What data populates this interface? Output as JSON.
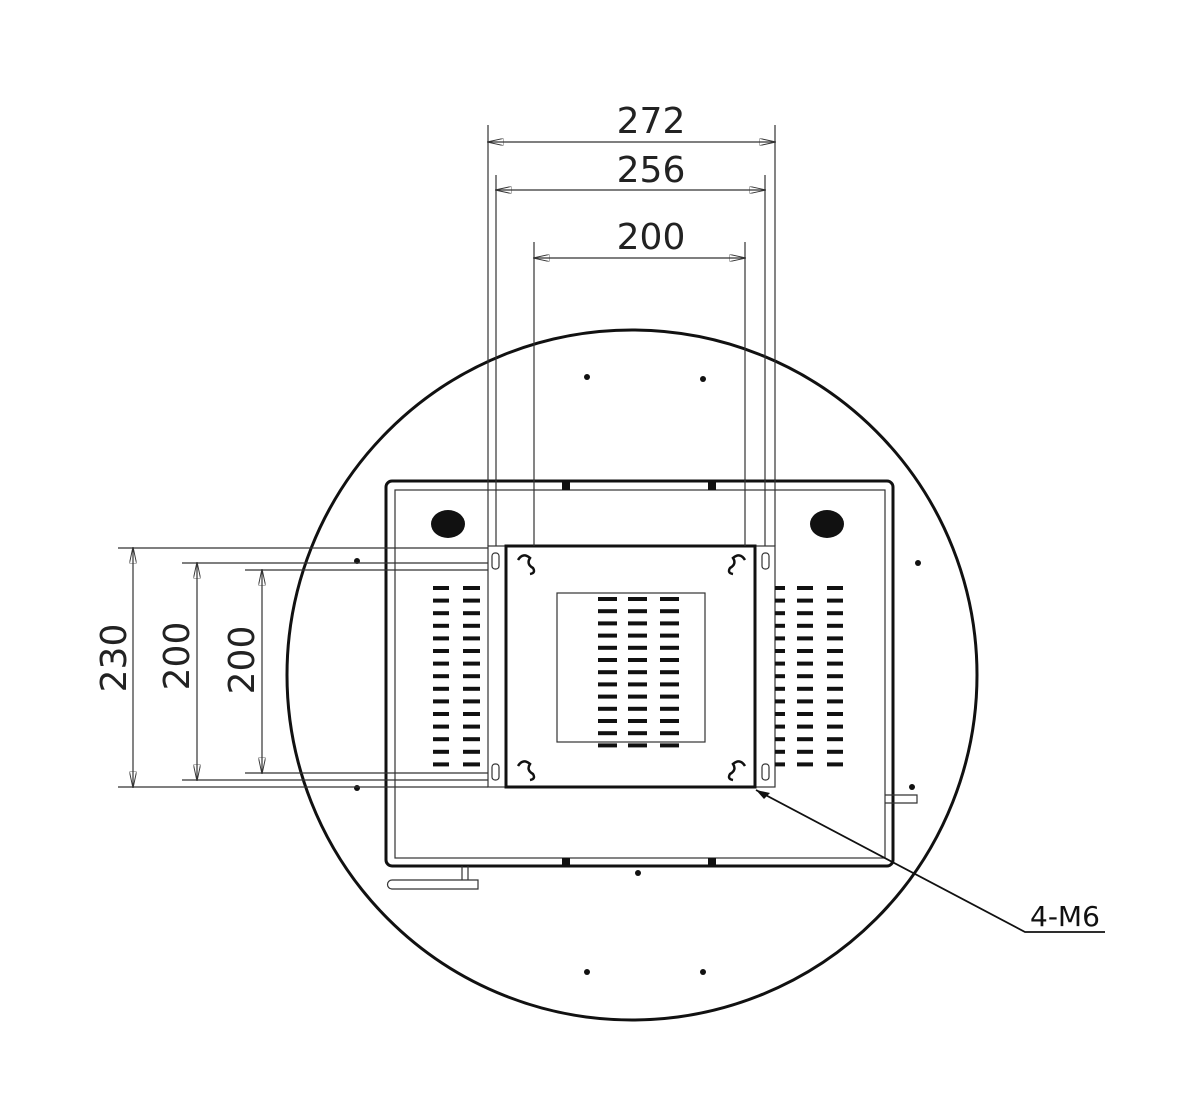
{
  "drawing": {
    "dimensions": {
      "width_outer": "272",
      "width_mid": "256",
      "width_inner": "200",
      "height_outer": "230",
      "height_mid": "200",
      "height_inner": "200"
    },
    "callout": "4-M6",
    "line_color": "#111111"
  }
}
